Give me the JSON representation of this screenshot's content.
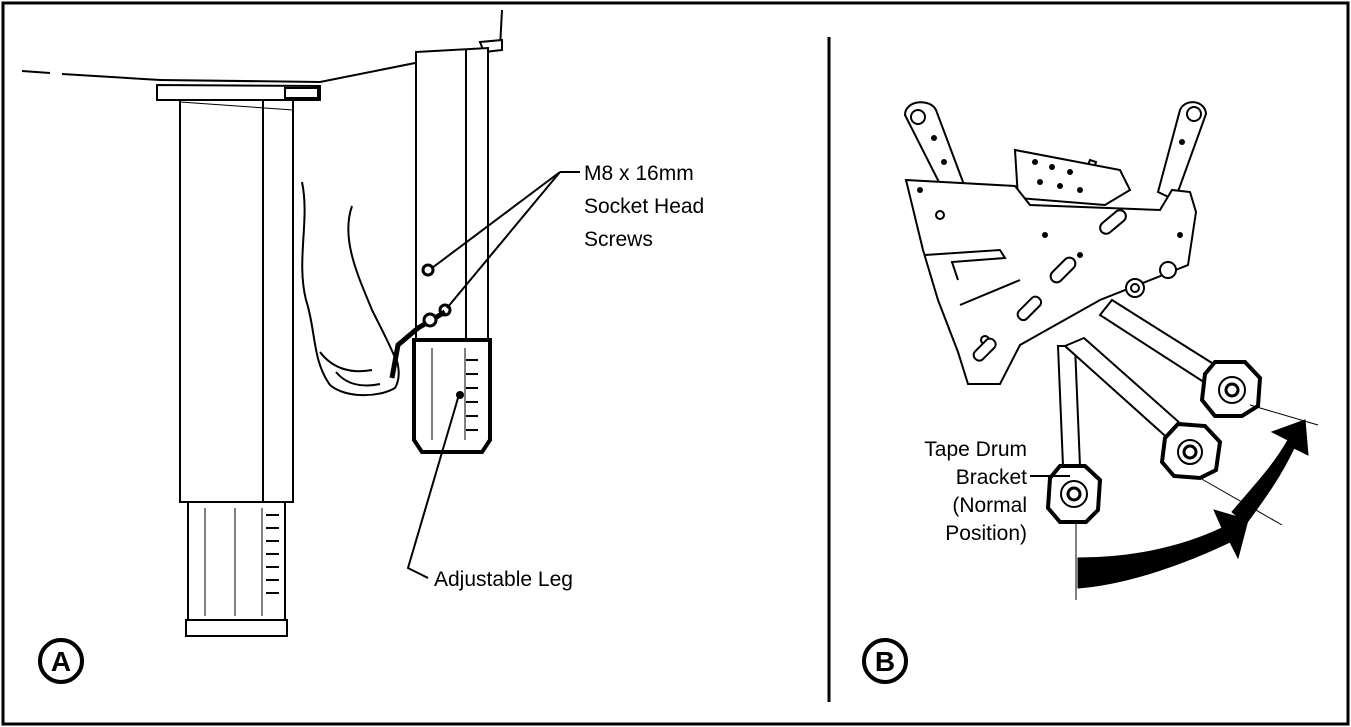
{
  "panel_a": {
    "circle_label": "A",
    "callout_screws": [
      "M8 x 16mm",
      "Socket Head",
      "Screws"
    ],
    "callout_leg": "Adjustable Leg"
  },
  "panel_b": {
    "circle_label": "B",
    "callout_bracket": [
      "Tape Drum",
      "Bracket",
      "(Normal",
      "Position)"
    ]
  },
  "colors": {
    "ink": "#000000",
    "paper": "#ffffff"
  }
}
